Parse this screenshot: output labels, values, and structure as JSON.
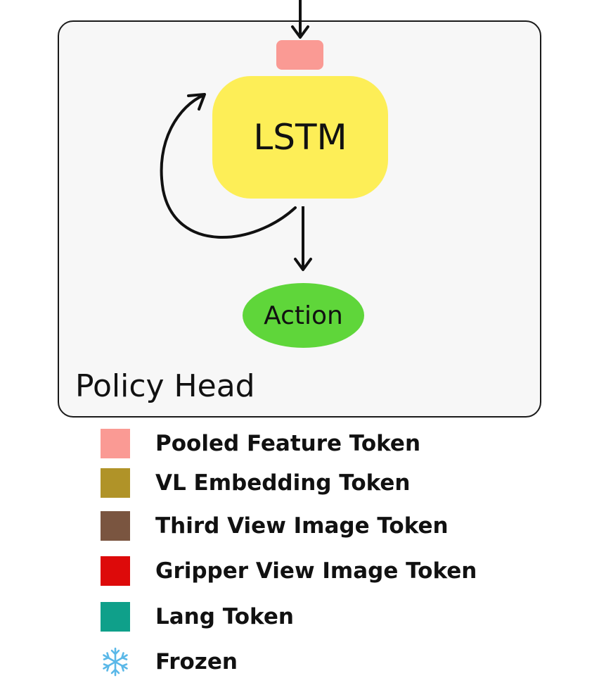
{
  "policy_head": {
    "title": "Policy Head",
    "lstm_label": "LSTM",
    "action_label": "Action",
    "colors": {
      "box_fill": "#f7f7f7",
      "pooled_token": "#fa9a94",
      "lstm": "#fdee57",
      "action": "#5fd63a"
    }
  },
  "legend": {
    "items": [
      {
        "label": "Pooled Feature Token",
        "color": "#fa9a94",
        "icon": "square-swatch"
      },
      {
        "label": "VL Embedding Token",
        "color": "#b09328",
        "icon": "square-swatch"
      },
      {
        "label": "Third View Image Token",
        "color": "#7a5540",
        "icon": "square-swatch"
      },
      {
        "label": "Gripper View Image Token",
        "color": "#dd0a0a",
        "icon": "square-swatch"
      },
      {
        "label": "Lang Token",
        "color": "#0fa08a",
        "icon": "square-swatch"
      },
      {
        "label": "Frozen",
        "color": "#5ab8e8",
        "icon": "snowflake-icon"
      }
    ]
  }
}
